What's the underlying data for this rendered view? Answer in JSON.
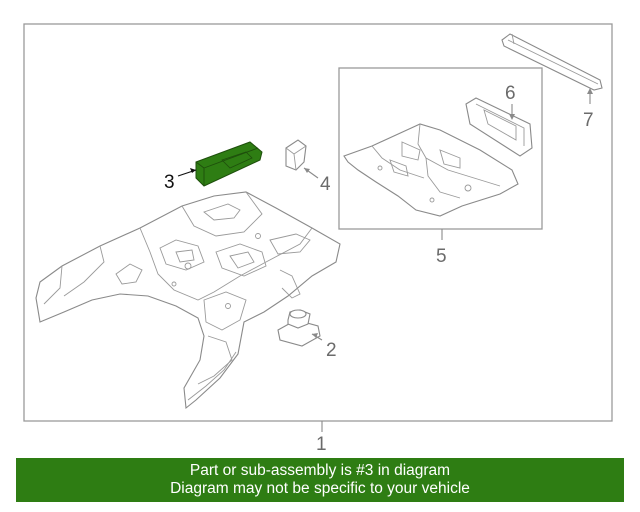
{
  "diagram": {
    "callouts": [
      "1",
      "2",
      "3",
      "4",
      "5",
      "6",
      "7"
    ],
    "highlighted_callout": "3",
    "colors": {
      "highlight": "#2e7d13",
      "line": "#8a8a8a",
      "frame": "#9a9a9a"
    }
  },
  "banner": {
    "line1": "Part or sub-assembly is #3 in diagram",
    "line2": "Diagram may not be specific to your vehicle",
    "background": "#2e7d13"
  }
}
